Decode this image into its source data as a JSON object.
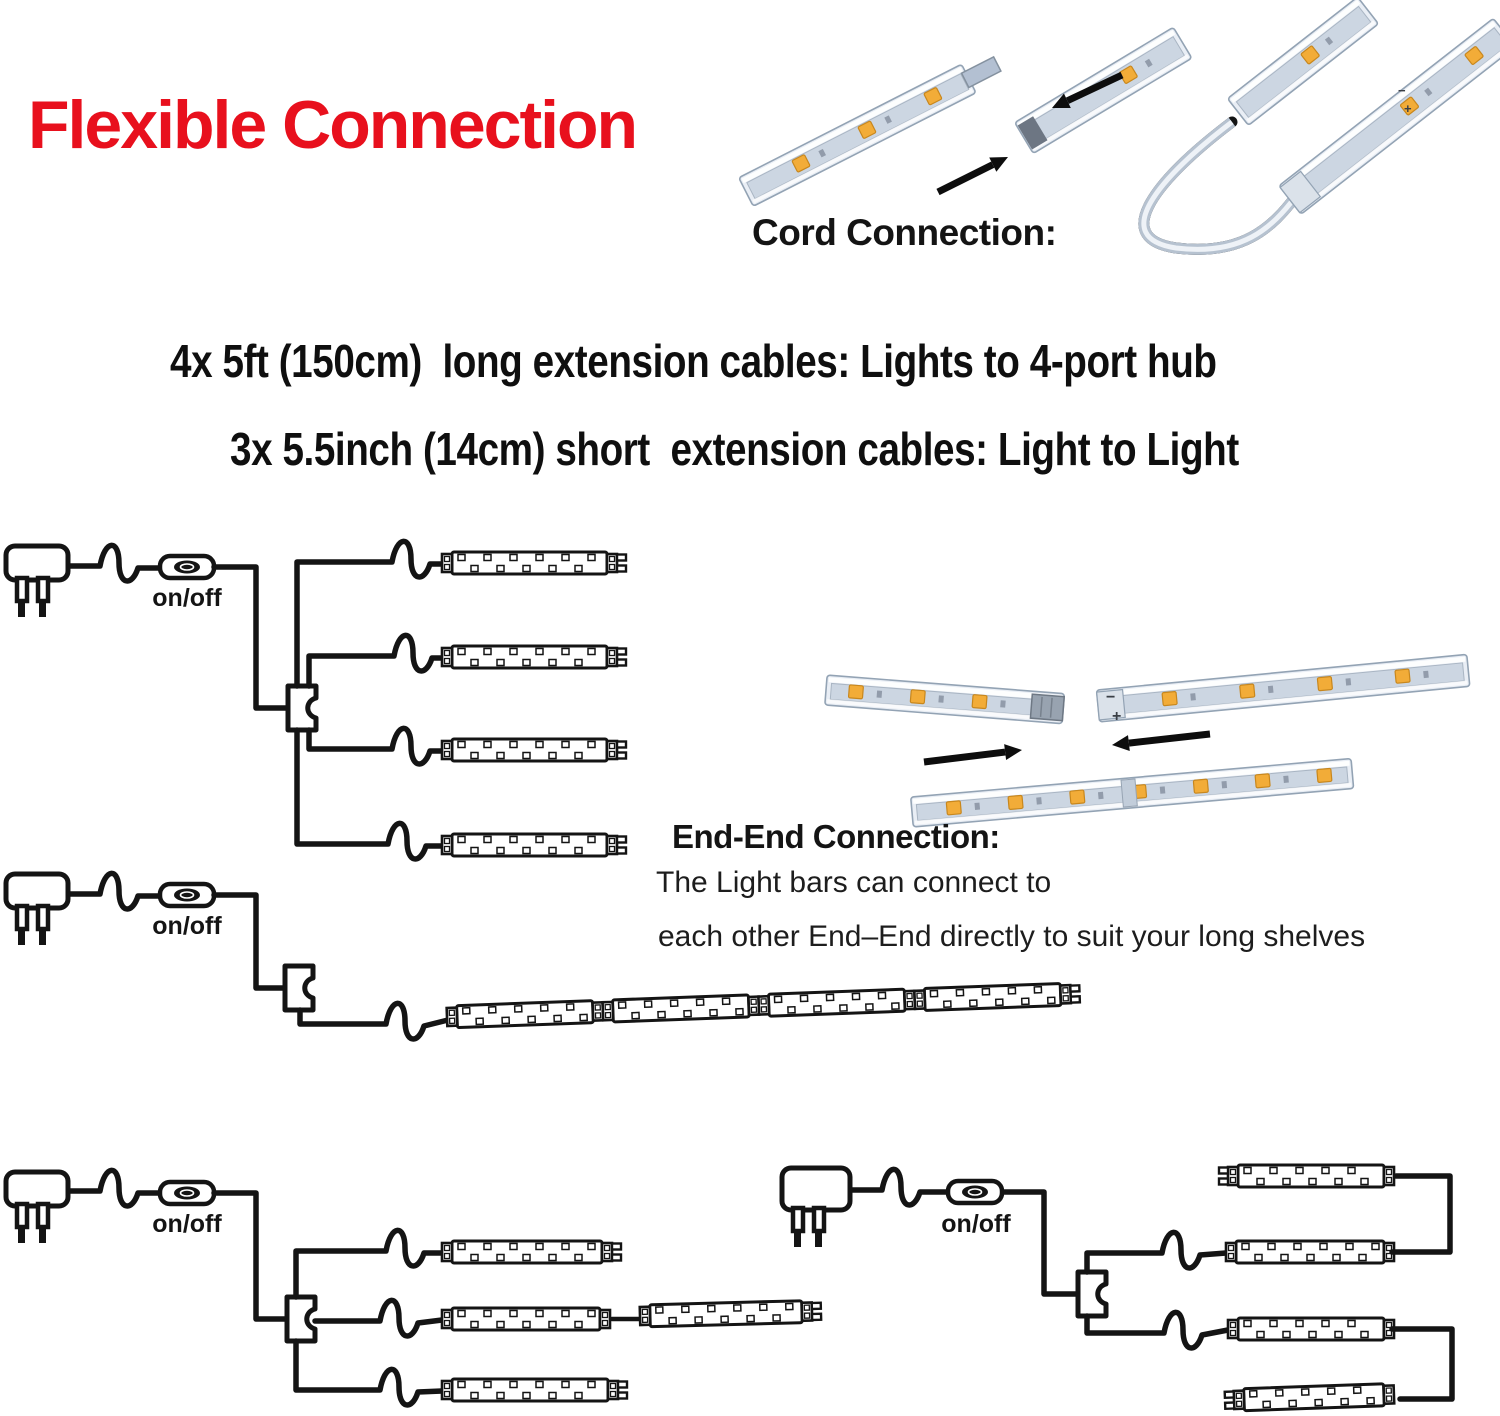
{
  "title": {
    "text": "Flexible Connection",
    "color": "#e8101d"
  },
  "cord_connection": {
    "heading": "Cord Connection:",
    "minus_mark": "−",
    "plus_mark": "+"
  },
  "specs": {
    "line1": "4x 5ft (150cm)  long extension cables: Lights to 4-port hub",
    "line2": "3x 5.5inch (14cm) short  extension cables: Light to Light"
  },
  "end_end": {
    "heading": "End-End Connection:",
    "line1": "The Light bars can connect to",
    "line2": "each other End–End directly to suit your long shelves",
    "minus_mark": "−",
    "plus_mark": "+"
  },
  "diagrams": {
    "hub4_switch_label": "on/off",
    "chain_switch_label": "on/off",
    "hub3_switch_label": "on/off",
    "hub2_switch_label": "on/off"
  },
  "colors": {
    "accent_red": "#e8101d",
    "diagram_line": "#141414",
    "led_amber": "#f2ac38",
    "bar_fill": "#e9eef5"
  }
}
